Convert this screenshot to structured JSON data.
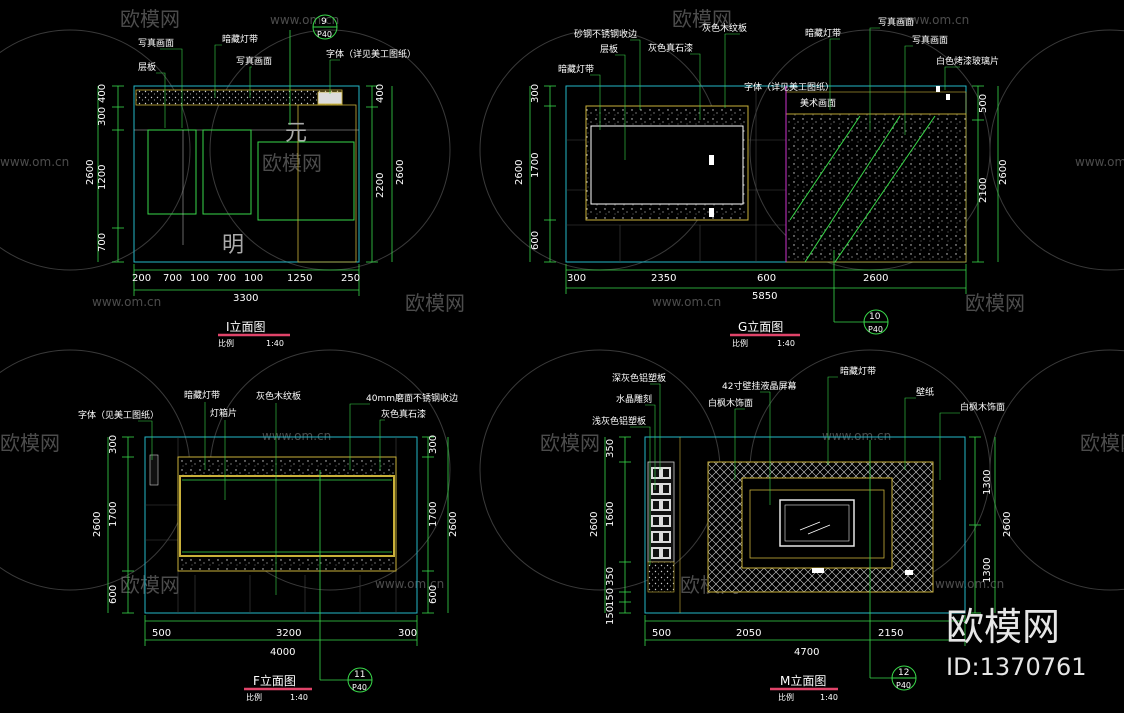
{
  "watermark": {
    "brand": "欧模网",
    "url": "www.om.cn",
    "id_label": "ID:1370761"
  },
  "views": {
    "I": {
      "title": "I立面图",
      "scale_label": "比例",
      "scale_value": "1:40",
      "callout_num": "9",
      "callout_sheet": "P40",
      "labels": [
        "写真画面",
        "暗藏灯带",
        "层板",
        "写真画面",
        "字体（详见美工图纸）"
      ],
      "sign_chars": [
        "元",
        "明"
      ],
      "left_dims": [
        "400",
        "300",
        "1200",
        "700"
      ],
      "left_total": "2600",
      "right_dims": [
        "400",
        "2200"
      ],
      "right_total": "2600",
      "bottom_dims": [
        "200",
        "700",
        "100",
        "700",
        "100",
        "1250",
        "250"
      ],
      "bottom_total": "3300"
    },
    "G": {
      "title": "G立面图",
      "scale_label": "比例",
      "scale_value": "1:40",
      "callout_num": "10",
      "callout_sheet": "P40",
      "labels": [
        "砂钢不锈钢收边",
        "灰色木纹板",
        "暗藏灯带",
        "写真画面",
        "层板",
        "灰色真石漆",
        "写真画面",
        "暗藏灯带",
        "字体（详见美工图纸）",
        "白色烤漆玻璃片",
        "美术画面"
      ],
      "left_dims": [
        "300",
        "1700",
        "600"
      ],
      "left_total": "2600",
      "right_dims": [
        "500",
        "2100"
      ],
      "right_total": "2600",
      "bottom_dims": [
        "300",
        "2350",
        "600",
        "2600"
      ],
      "bottom_total": "5850"
    },
    "F": {
      "title": "F立面图",
      "scale_label": "比例",
      "scale_value": "1:40",
      "callout_num": "11",
      "callout_sheet": "P40",
      "labels": [
        "字体（见美工图纸）",
        "暗藏灯带",
        "灯箱片",
        "灰色木纹板",
        "40mm磨面不锈钢收边",
        "灰色真石漆"
      ],
      "left_dims": [
        "300",
        "1700",
        "600"
      ],
      "left_total": "2600",
      "right_dims": [
        "300",
        "1700",
        "600"
      ],
      "right_total": "2600",
      "bottom_dims": [
        "500",
        "3200",
        "300"
      ],
      "bottom_total": "4000"
    },
    "M": {
      "title": "M立面图",
      "scale_label": "比例",
      "scale_value": "1:40",
      "callout_num": "12",
      "callout_sheet": "P40",
      "labels": [
        "深灰色铝塑板",
        "水晶雕刻",
        "浅灰色铝塑板",
        "42寸壁挂液晶屏幕",
        "白枫木饰面",
        "暗藏灯带",
        "壁纸",
        "白枫木饰面"
      ],
      "left_dims": [
        "350",
        "1600",
        "350",
        "150",
        "150"
      ],
      "left_total": "2600",
      "right_dims": [
        "1300",
        "1300"
      ],
      "right_total": "2600",
      "bottom_dims": [
        "500",
        "2050",
        "2150"
      ],
      "bottom_total": "4700"
    }
  }
}
